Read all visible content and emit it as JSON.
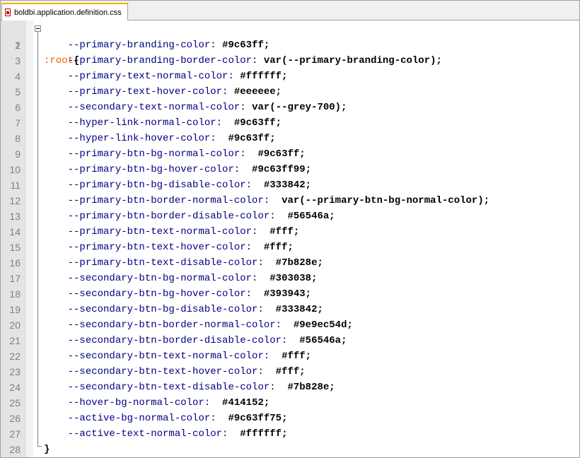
{
  "tab": {
    "title": "boldbi.application.definition.css"
  },
  "code": {
    "selector": ":root",
    "open_brace": "{",
    "close_brace": "}",
    "declarations": [
      {
        "prop": "--primary-branding-color:",
        "value": "#9c63ff;"
      },
      {
        "prop": "--primary-branding-border-color:",
        "value": "var(--primary-branding-color);"
      },
      {
        "prop": "--primary-text-normal-color:",
        "value": "#ffffff;"
      },
      {
        "prop": "--primary-text-hover-color:",
        "value": "#eeeeee;"
      },
      {
        "prop": "--secondary-text-normal-color:",
        "value": "var(--grey-700);"
      },
      {
        "prop": "--hyper-link-normal-color:",
        "value": " #9c63ff;"
      },
      {
        "prop": "--hyper-link-hover-color:",
        "value": " #9c63ff;"
      },
      {
        "prop": "--primary-btn-bg-normal-color:",
        "value": " #9c63ff;"
      },
      {
        "prop": "--primary-btn-bg-hover-color:",
        "value": " #9c63ff99;"
      },
      {
        "prop": "--primary-btn-bg-disable-color:",
        "value": " #333842;"
      },
      {
        "prop": "--primary-btn-border-normal-color:",
        "value": " var(--primary-btn-bg-normal-color);"
      },
      {
        "prop": "--primary-btn-border-disable-color:",
        "value": " #56546a;"
      },
      {
        "prop": "--primary-btn-text-normal-color:",
        "value": " #fff;"
      },
      {
        "prop": "--primary-btn-text-hover-color:",
        "value": " #fff;"
      },
      {
        "prop": "--primary-btn-text-disable-color:",
        "value": " #7b828e;"
      },
      {
        "prop": "--secondary-btn-bg-normal-color:",
        "value": " #303038;"
      },
      {
        "prop": "--secondary-btn-bg-hover-color:",
        "value": " #393943;"
      },
      {
        "prop": "--secondary-btn-bg-disable-color:",
        "value": " #333842;"
      },
      {
        "prop": "--secondary-btn-border-normal-color:",
        "value": " #9e9ec54d;"
      },
      {
        "prop": "--secondary-btn-border-disable-color:",
        "value": " #56546a;"
      },
      {
        "prop": "--secondary-btn-text-normal-color:",
        "value": " #fff;"
      },
      {
        "prop": "--secondary-btn-text-hover-color:",
        "value": " #fff;"
      },
      {
        "prop": "--secondary-btn-text-disable-color:",
        "value": " #7b828e;"
      },
      {
        "prop": "--hover-bg-normal-color:",
        "value": " #414152;"
      },
      {
        "prop": "--active-bg-normal-color:",
        "value": " #9c63ff75;"
      },
      {
        "prop": "--active-text-normal-color:",
        "value": " #ffffff;"
      }
    ],
    "line_numbers": [
      "1",
      "2",
      "3",
      "4",
      "5",
      "6",
      "7",
      "8",
      "9",
      "10",
      "11",
      "12",
      "13",
      "14",
      "15",
      "16",
      "17",
      "18",
      "19",
      "20",
      "21",
      "22",
      "23",
      "24",
      "25",
      "26",
      "27",
      "28"
    ]
  },
  "colors": {
    "selector": "#e86200",
    "property": "#000080",
    "gutter": "#e4e4e4",
    "tab_accent": "#f0b200"
  },
  "icons": {
    "tab_file": "file-icon",
    "fold_toggle": "fold-minus-icon"
  }
}
